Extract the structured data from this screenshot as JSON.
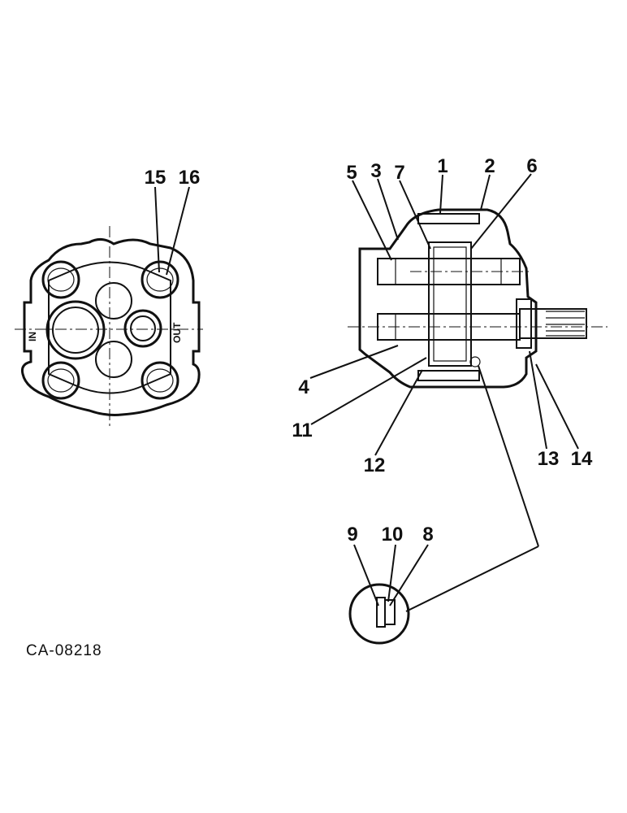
{
  "callouts": [
    "1",
    "2",
    "3",
    "4",
    "5",
    "6",
    "7",
    "8",
    "9",
    "10",
    "11",
    "12",
    "13",
    "14",
    "15",
    "16"
  ],
  "port_labels": {
    "in": "IN",
    "out": "OUT"
  },
  "drawing_number": "CA-08218"
}
